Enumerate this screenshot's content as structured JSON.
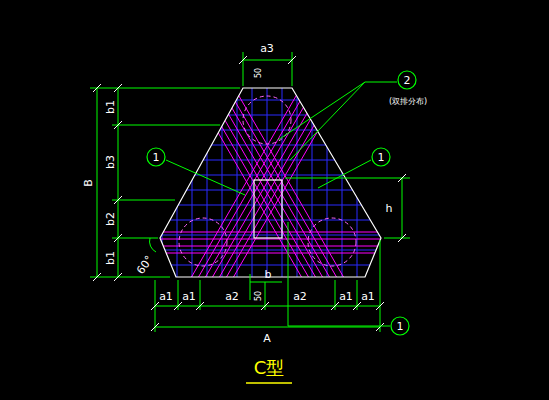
{
  "diagram": {
    "caption": "C型",
    "nodes": [
      {
        "text": [
          "2"
        ]
      },
      {
        "text": [
          "1"
        ]
      },
      {
        "text": [
          "1"
        ]
      },
      {
        "text": [
          "1"
        ]
      }
    ],
    "labels": [
      "a3",
      "50",
      "B",
      "b1",
      "b3",
      "b2",
      "b1",
      "60°",
      "a1",
      "a1",
      "a2",
      "b",
      "50",
      "a2",
      "a1",
      "a1",
      "A",
      "h",
      "(双排分布)"
    ]
  }
}
